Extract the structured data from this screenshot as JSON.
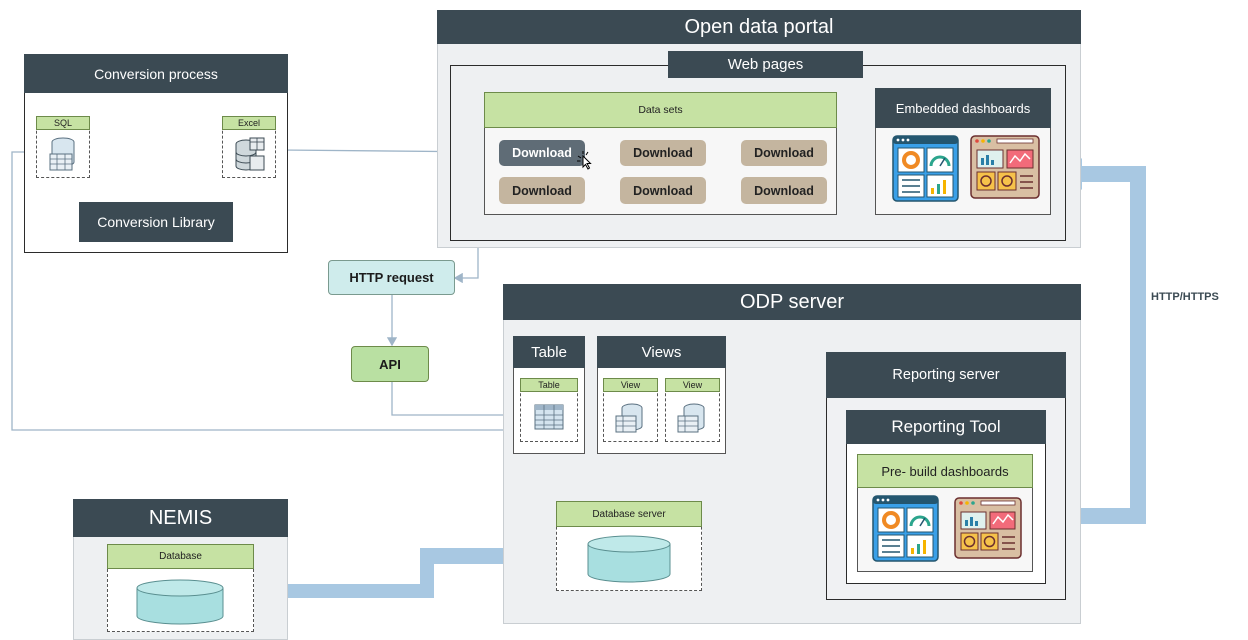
{
  "conversion": {
    "title": "Conversion process",
    "sql_label": "SQL",
    "excel_label": "Excel",
    "library": "Conversion Library"
  },
  "portal": {
    "title": "Open data portal",
    "webpages": "Web pages",
    "datasets": "Data sets",
    "download": "Download",
    "embedded": "Embedded dashboards"
  },
  "flow": {
    "http_request": "HTTP request",
    "api": "API",
    "http_https": "HTTP/HTTPS"
  },
  "odp": {
    "title": "ODP server",
    "table_header": "Table",
    "table_label": "Table",
    "views_header": "Views",
    "view_label": "View",
    "db_server": "Database server",
    "reporting_server": "Reporting server",
    "reporting_tool": "Reporting Tool",
    "prebuild": "Pre- build dashboards"
  },
  "nemis": {
    "title": "NEMIS",
    "database": "Database"
  },
  "colors": {
    "header": "#3b4a53",
    "green_label": "#c6e2a3",
    "download_button": "#c4b59f",
    "arrow_blue": "#a8c8e2",
    "cylinder": "#a8dfe0"
  }
}
